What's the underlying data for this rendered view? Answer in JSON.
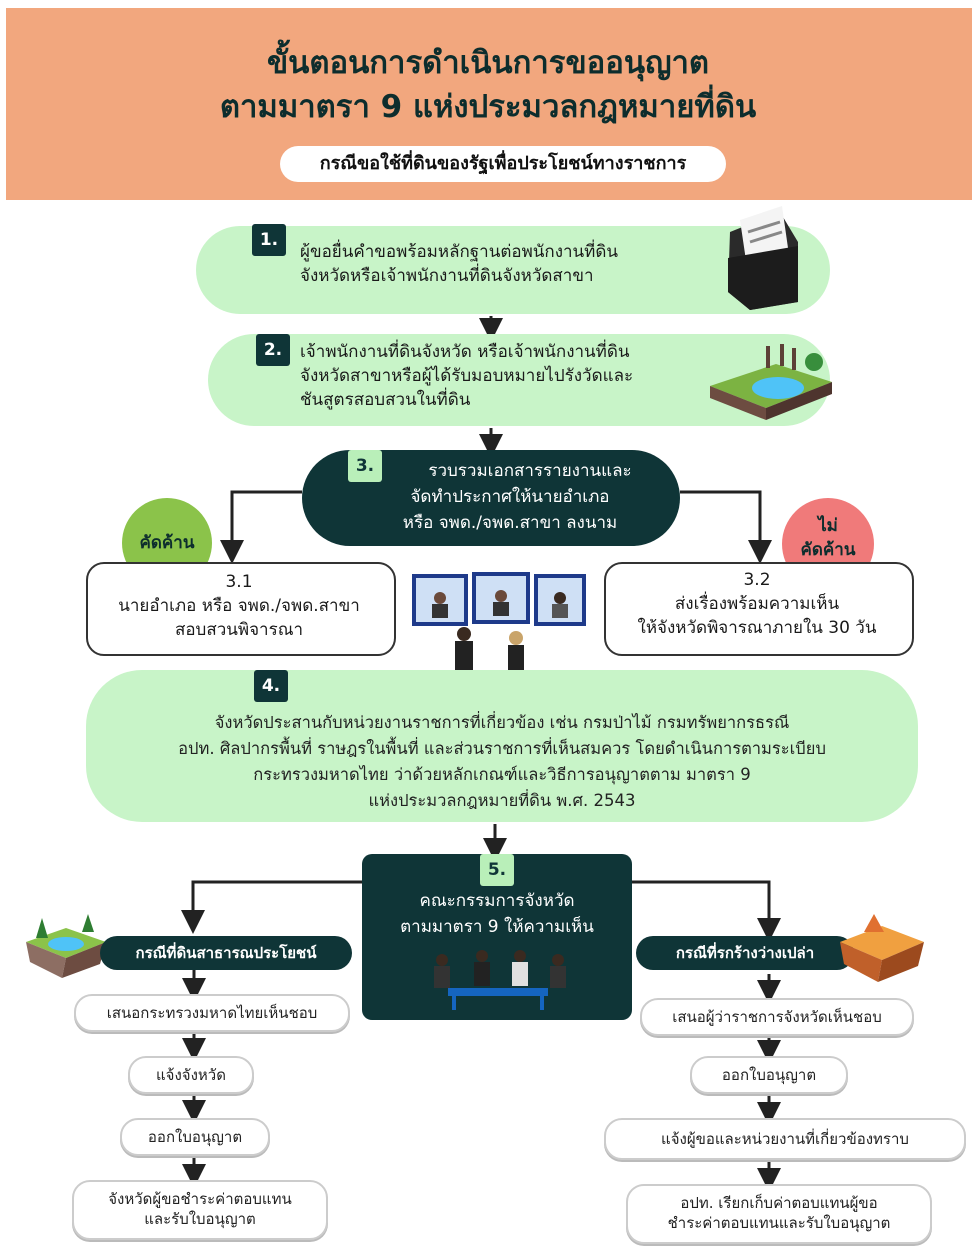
{
  "header": {
    "title_line1": "ขั้นตอนการดำเนินการขออนุญาต",
    "title_line2": "ตามมาตรา 9 แห่งประมวลกฎหมายที่ดิน",
    "subtitle": "กรณีขอใช้ที่ดินของรัฐเพื่อประโยชน์ทางราชการ"
  },
  "steps": {
    "s1": {
      "num": "1.",
      "line1": "ผู้ขอยื่นคำขอพร้อมหลักฐานต่อพนักงานที่ดิน",
      "line2": "จังหวัดหรือเจ้าพนักงานที่ดินจังหวัดสาขา"
    },
    "s2": {
      "num": "2.",
      "line1": "เจ้าพนักงานที่ดินจังหวัด หรือเจ้าพนักงานที่ดิน",
      "line2": "จังหวัดสาขาหรือผู้ได้รับมอบหมายไปรังวัดและ",
      "line3": "ชันสูตรสอบสวนในที่ดิน"
    },
    "s3": {
      "num": "3.",
      "line1": "รวบรวมเอกสารรายงานและ",
      "line2": "จัดทำประกาศให้นายอำเภอ",
      "line3": "หรือ จพด./จพด.สาขา ลงนาม"
    },
    "s31": {
      "num": "3.1",
      "line1": "นายอำเภอ หรือ จพด./จพด.สาขา",
      "line2": "สอบสวนพิจารณา"
    },
    "s32": {
      "num": "3.2",
      "line1": "ส่งเรื่องพร้อมความเห็น",
      "line2": "ให้จังหวัดพิจารณาภายใน 30 วัน"
    },
    "s4": {
      "num": "4.",
      "line1": "จังหวัดประสานกับหน่วยงานราชการที่เกี่ยวข้อง เช่น กรมป่าไม้ กรมทรัพยากรธรณี",
      "line2": "อปท. ศิลปากรพื้นที่ ราษฎรในพื้นที่ และส่วนราชการที่เห็นสมควร โดยดำเนินการตามระเบียบ",
      "line3": "กระทรวงมหาดไทย ว่าด้วยหลักเกณฑ์และวิธีการอนุญาตตาม มาตรา 9",
      "line4": "แห่งประมวลกฎหมายที่ดิน พ.ศ. 2543"
    },
    "s5": {
      "num": "5.",
      "line1": "คณะกรรมการจังหวัด",
      "line2": "ตามมาตรา 9 ให้ความเห็น"
    }
  },
  "badges": {
    "object": "คัดค้าน",
    "no_object_line1": "ไม่",
    "no_object_line2": "คัดค้าน"
  },
  "left_branch": {
    "title": "กรณีที่ดินสาธารณประโยชน์",
    "items": [
      "เสนอกระทรวงมหาดไทยเห็นชอบ",
      "แจ้งจังหวัด",
      "ออกใบอนุญาต"
    ],
    "last_line1": "จังหวัดผู้ขอชำระค่าตอบแทน",
    "last_line2": "และรับใบอนุญาต"
  },
  "right_branch": {
    "title": "กรณีที่รกร้างว่างเปล่า",
    "items": [
      "เสนอผู้ว่าราชการจังหวัดเห็นชอบ",
      "ออกใบอนุญาต",
      "แจ้งผู้ขอและหน่วยงานที่เกี่ยวข้องทราบ"
    ],
    "last_line1": "อปท. เรียกเก็บค่าตอบแทนผู้ขอ",
    "last_line2": "ชำระค่าตอบแทนและรับใบอนุญาต"
  },
  "colors": {
    "header": "#f2a77e",
    "dark": "#0f3537",
    "pill": "#c8f4c8",
    "object_badge": "#8bc34a",
    "no_object_badge": "#f07a7a"
  }
}
